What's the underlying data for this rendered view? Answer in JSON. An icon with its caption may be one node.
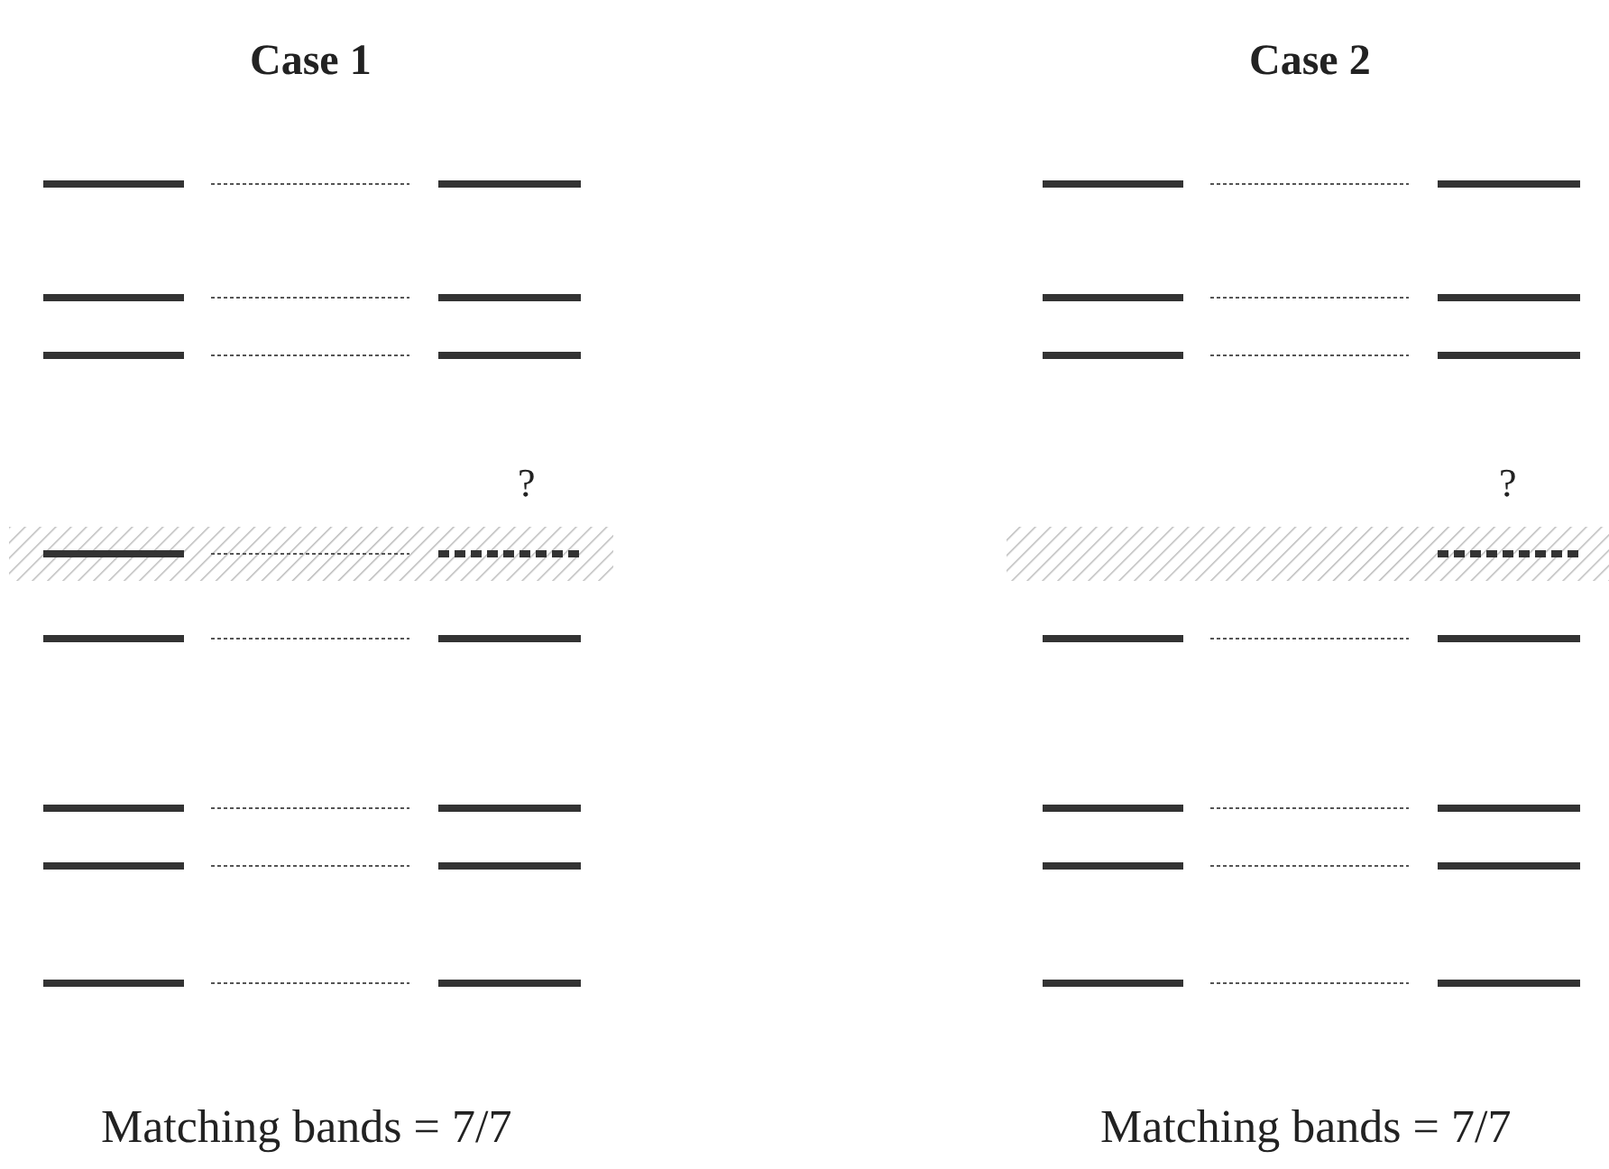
{
  "diagram": {
    "labels": [
      "Case 1",
      "Case 2",
      "?",
      "?",
      "Matching bands = 7/7",
      "Matching bands = 7/7"
    ]
  }
}
